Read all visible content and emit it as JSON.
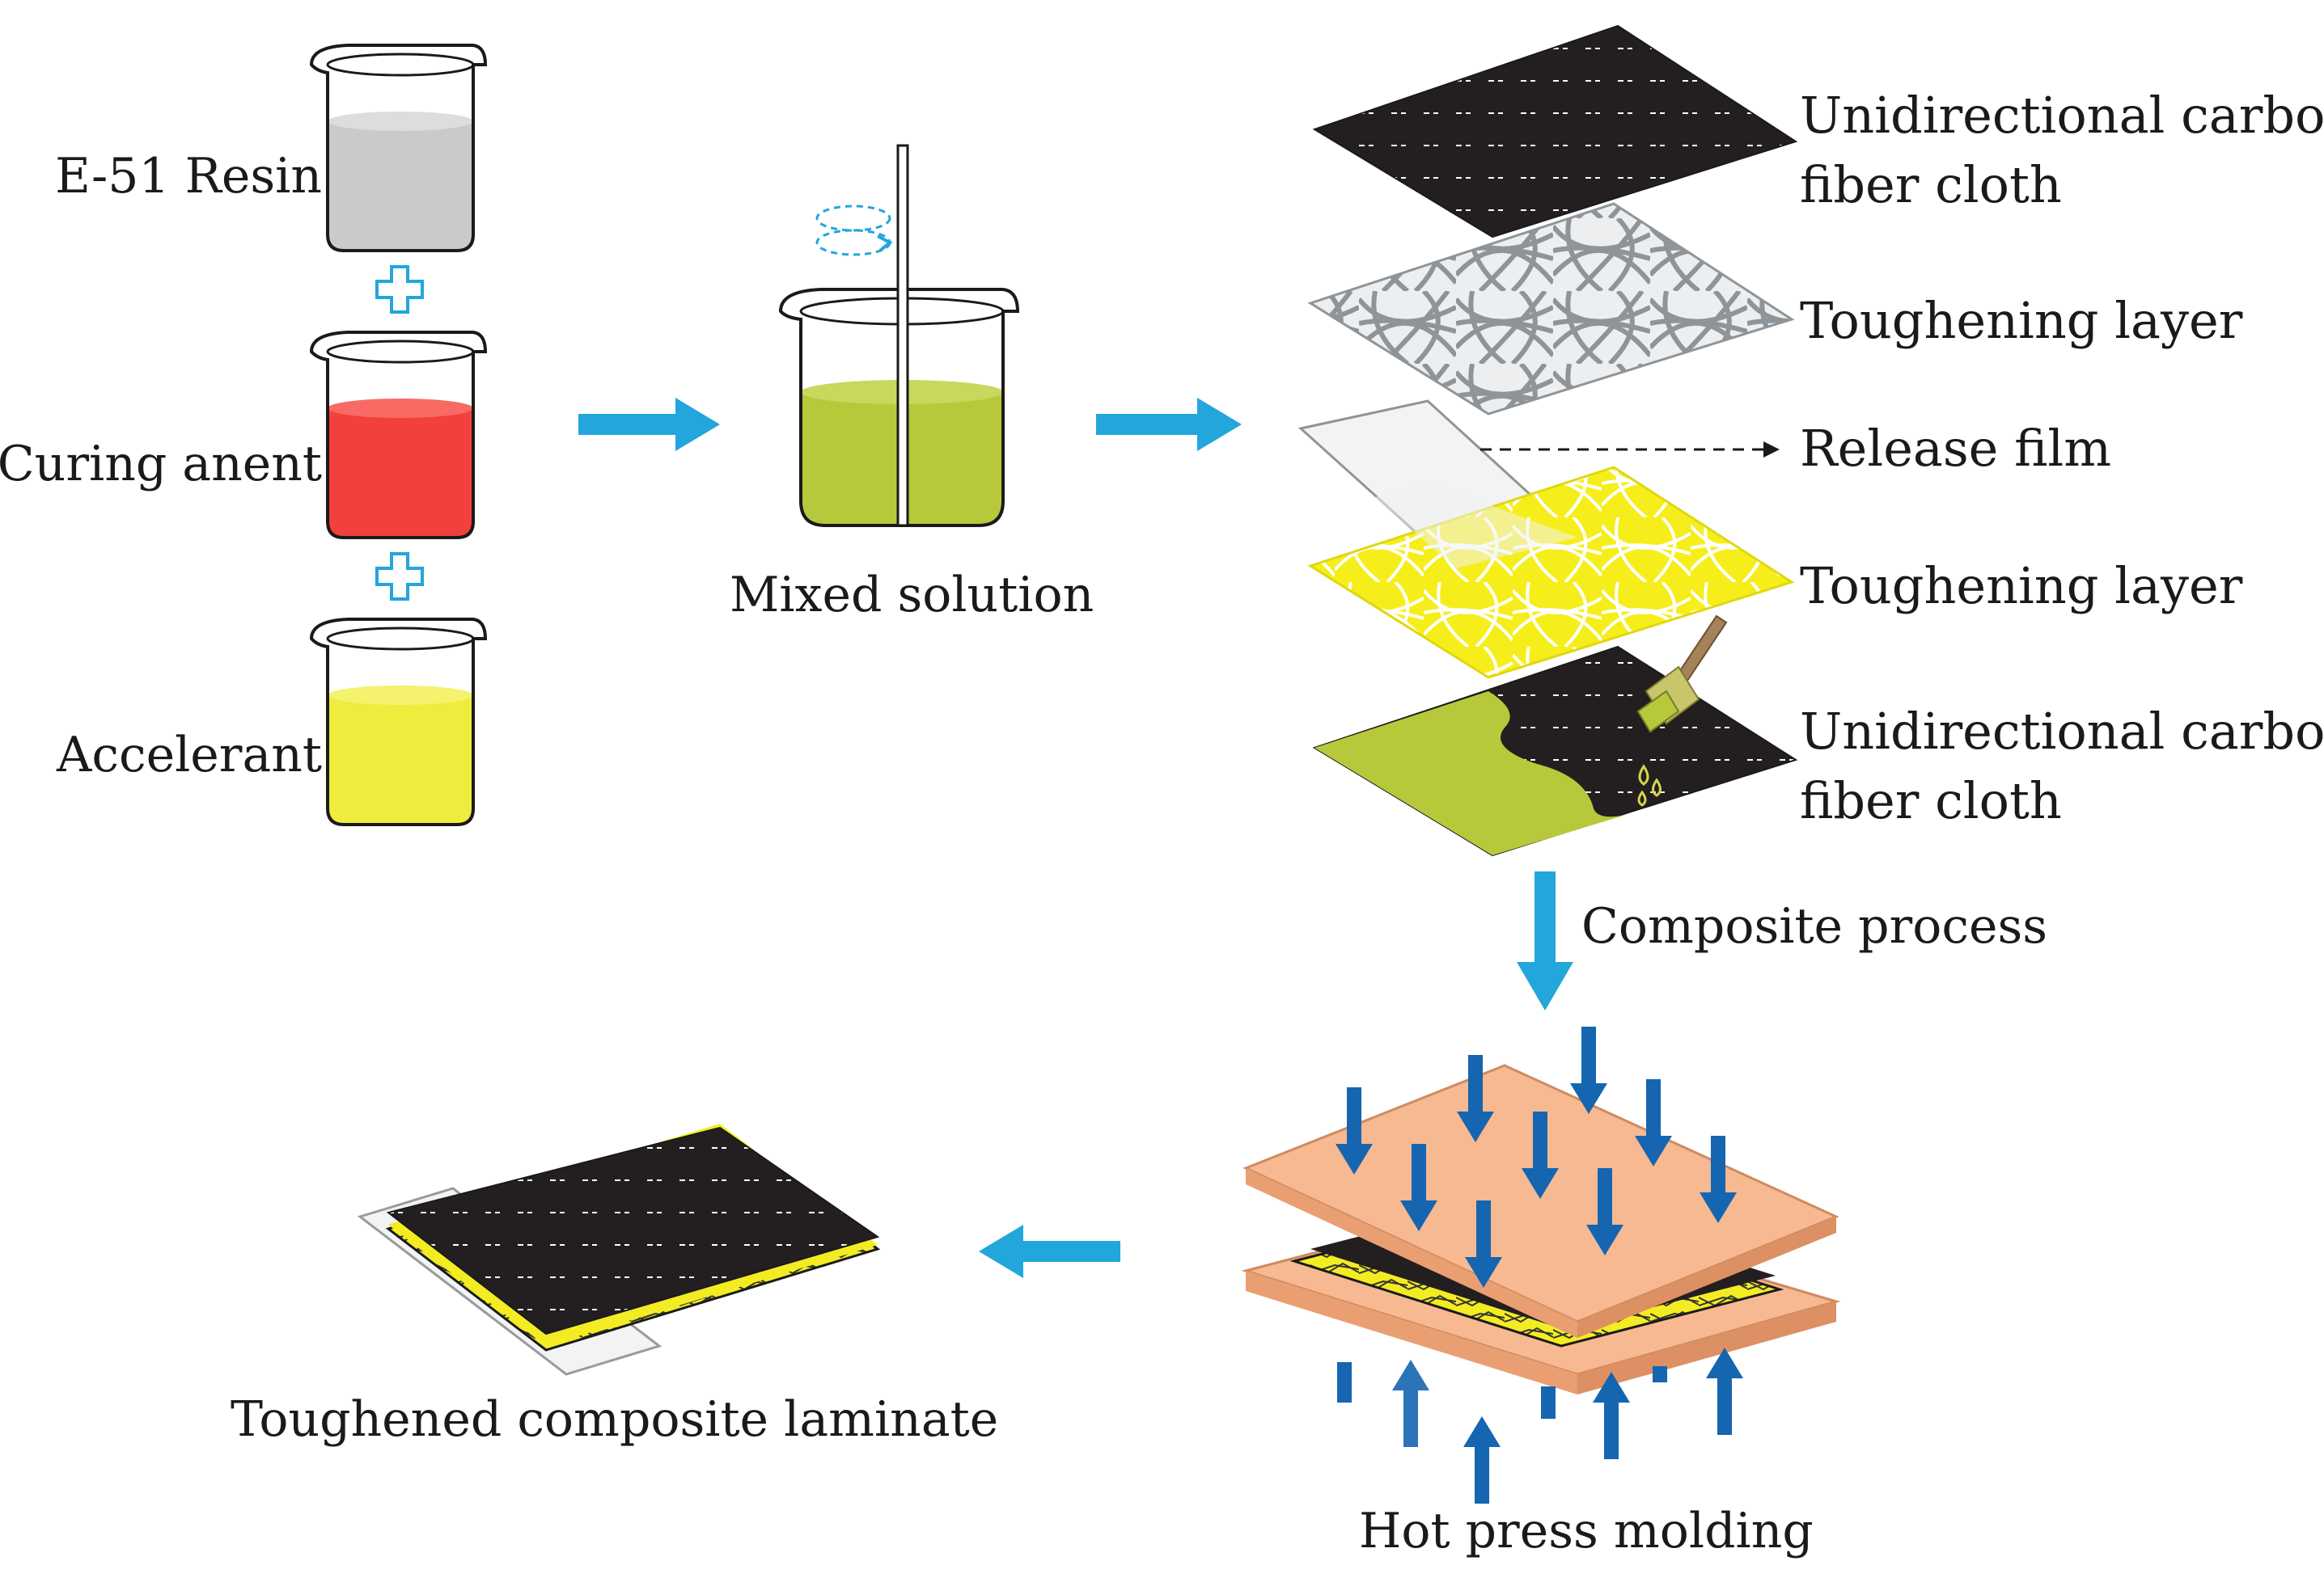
{
  "labels": {
    "resin": "E-51 Resin",
    "curing": "Curing anent",
    "accelerant": "Accelerant",
    "mixed": "Mixed solution",
    "carbon_top_1": "Unidirectional carbon",
    "carbon_top_2": "fiber cloth",
    "toughening_top": "Toughening layer",
    "release": "Release film",
    "toughening_bottom": "Toughening layer",
    "carbon_bottom_1": "Unidirectional carbon",
    "carbon_bottom_2": "fiber cloth",
    "composite": "Composite process",
    "hot_press": "Hot press molding",
    "laminate": "Toughened composite laminate"
  },
  "colors": {
    "arrow": "#22a6dc",
    "press_arrow": "#1565b0",
    "resin": "#c9cacc",
    "curing": "#f2403d",
    "accelerant": "#eeec3c",
    "mixed": "#b7c93a",
    "carbon": "#231f20",
    "toughening_gray": "#9a9fa3",
    "toughening_yellow": "#f3ec22",
    "press_plate": "#f6b991"
  },
  "icons": {
    "plus": "plus-icon",
    "stir": "rotation-icon",
    "brush": "brush-icon",
    "drops": "drops-icon"
  }
}
